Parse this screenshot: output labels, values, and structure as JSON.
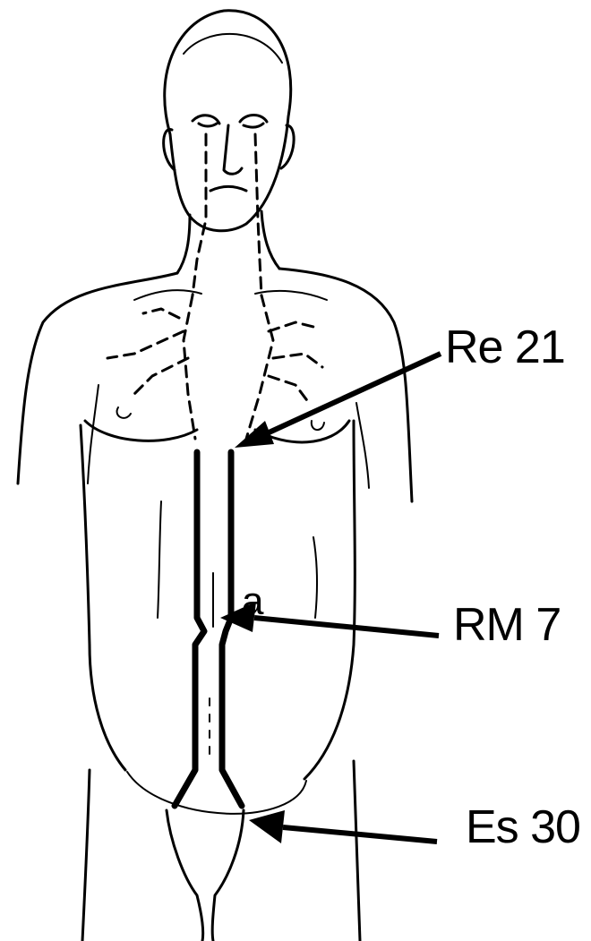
{
  "labels": {
    "point_1": "Re 21",
    "point_2": "RM 7",
    "point_3": "Es 30",
    "segment": "a"
  },
  "colors": {
    "ink": "#000000",
    "background": "#ffffff"
  }
}
